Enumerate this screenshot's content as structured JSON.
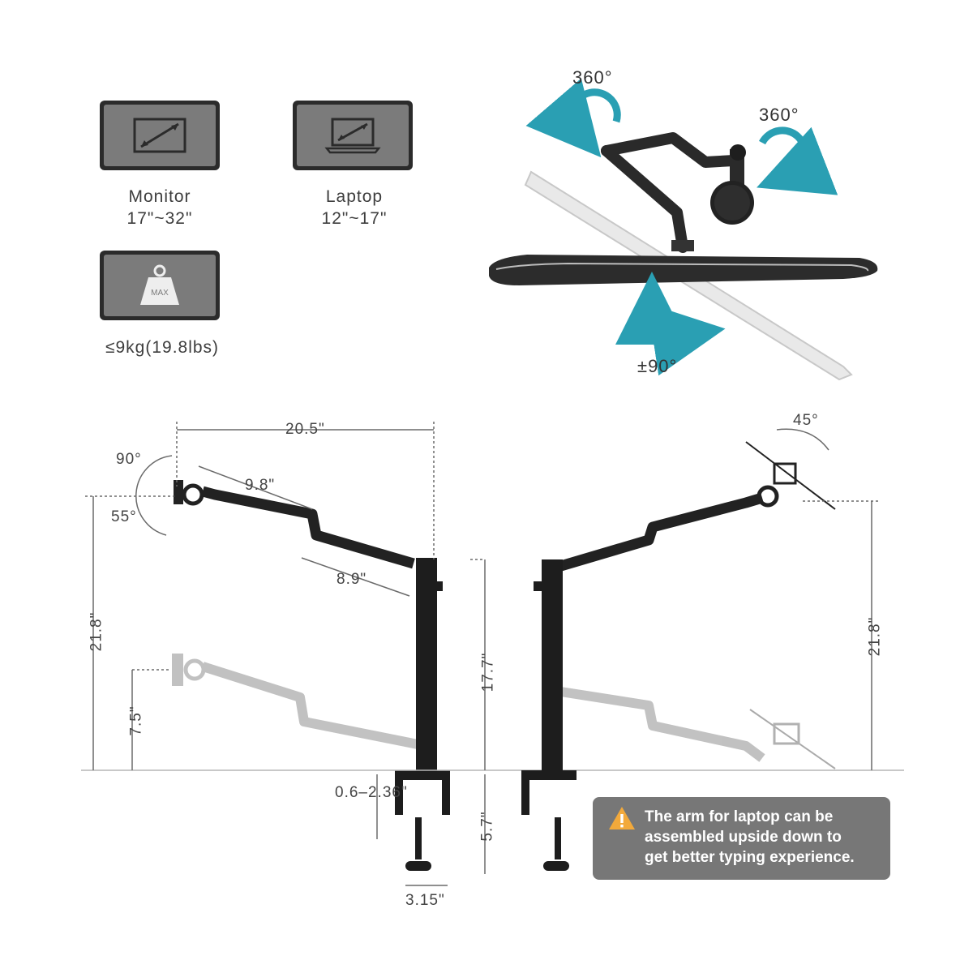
{
  "specs": {
    "monitor": {
      "label": "Monitor",
      "range": "17\"~32\""
    },
    "laptop": {
      "label": "Laptop",
      "range": "12\"~17\""
    },
    "weight": {
      "badge": "MAX",
      "label": "≤9kg(19.8lbs)"
    }
  },
  "rotation": {
    "top_left": "360°",
    "top_right": "360°",
    "tilt": "±90°"
  },
  "dimensions": {
    "width_total": "20.5\"",
    "arm_upper": "9.8\"",
    "arm_lower": "8.9\"",
    "tilt_up": "90°",
    "tilt_down": "55°",
    "height_left": "21.8\"",
    "height_low": "7.5\"",
    "pole": "17.7\"",
    "clamp_range": "0.6–2.36\"",
    "clamp_depth": "5.7\"",
    "base": "3.15\"",
    "tray_angle": "45°",
    "height_right": "21.8\""
  },
  "callout": {
    "icon": "warning-icon",
    "text_lines": [
      "The arm for laptop can be",
      "assembled upside down to",
      "get better typing experience."
    ]
  }
}
